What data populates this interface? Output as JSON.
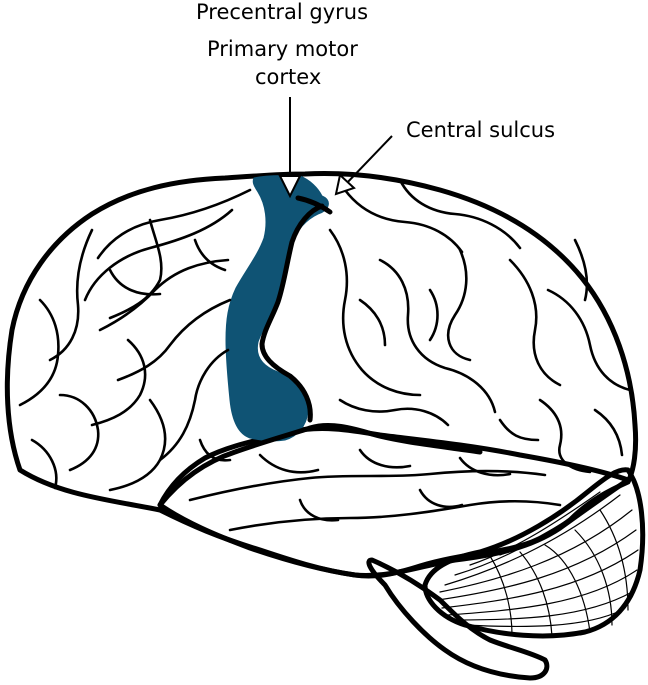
{
  "labels": {
    "precentral_gyrus": "Precentral gyrus",
    "primary_motor_line1": "Primary motor",
    "primary_motor_line2": "cortex",
    "central_sulcus": "Central sulcus"
  },
  "colors": {
    "motor_cortex_fill": "#0f5374",
    "outline": "#000000",
    "background": "#ffffff"
  }
}
